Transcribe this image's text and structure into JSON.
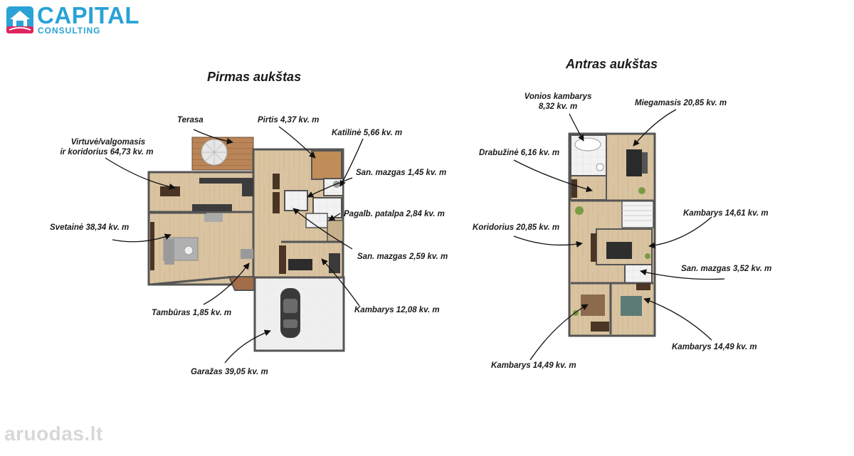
{
  "brand": {
    "name": "CAPITAL",
    "sub": "CONSULTING",
    "colors": {
      "primary": "#2aa2d6",
      "accent": "#e0245e"
    }
  },
  "watermark": {
    "text": "aruodas.lt"
  },
  "floors": [
    {
      "title": "Pirmas aukštas",
      "labels": {
        "terasa": "Terasa",
        "pirtis": "Pirtis 4,37 kv. m",
        "katiline": "Katilinė 5,66 kv. m",
        "virtuve_1": "Virtuvė/valgomasis",
        "virtuve_2": "ir koridorius 64,73 kv. m",
        "san_mazgas_a": "San. mazgas 1,45 kv. m",
        "pagalb": "Pagalb. patalpa 2,84 kv. m",
        "svetaine": "Svetainė 38,34 kv. m",
        "san_mazgas_b": "San. mazgas 2,59 kv. m",
        "tamburas": "Tambūras 1,85 kv. m",
        "kambarys": "Kambarys 12,08 kv. m",
        "garazas": "Garažas 39,05 kv. m"
      }
    },
    {
      "title": "Antras aukštas",
      "labels": {
        "vonios_1": "Vonios kambarys",
        "vonios_2": "8,32 kv. m",
        "miegamasis": "Miegamasis 20,85 kv. m",
        "drabuzine": "Drabužinė 6,16 kv. m",
        "kambarys_a": "Kambarys 14,61 kv. m",
        "koridorius": "Koridorius 20,85 kv. m",
        "san_mazgas": "San. mazgas 3,52 kv. m",
        "kambarys_b": "Kambarys 14,49 kv. m",
        "kambarys_c": "Kambarys 14,49 kv. m"
      }
    }
  ]
}
